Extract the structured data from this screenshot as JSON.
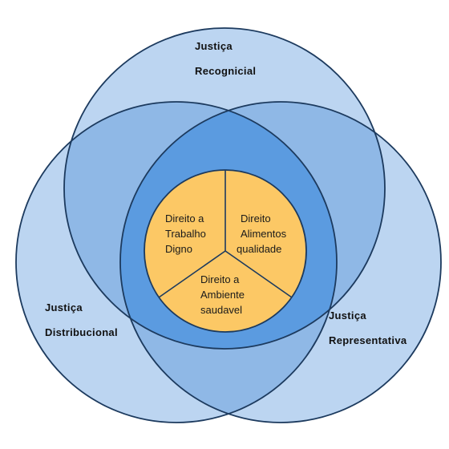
{
  "colors": {
    "circle_fill": "#bcd5f1",
    "circle_stroke": "#1c3a5e",
    "overlap_two": "#8fb8e6",
    "overlap_three": "#5b9be0",
    "core_fill": "#fcc865",
    "divider": "#1c3a5e"
  },
  "circles": [
    {
      "name": "recognicial",
      "lines": [
        "Justiça",
        "Recognicial"
      ]
    },
    {
      "name": "distribucional",
      "lines": [
        "Justiça",
        "Distribucional"
      ]
    },
    {
      "name": "representativa",
      "lines": [
        "Justiça",
        "Representativa"
      ]
    }
  ],
  "core_sections": [
    {
      "name": "trabalho",
      "lines": [
        "Direito a",
        "Trabalho",
        "Digno"
      ]
    },
    {
      "name": "alimentos",
      "lines": [
        "Direito",
        "Alimentos",
        "qualidade"
      ]
    },
    {
      "name": "ambiente",
      "lines": [
        "Direito a",
        "Ambiente",
        "saudavel"
      ]
    }
  ]
}
